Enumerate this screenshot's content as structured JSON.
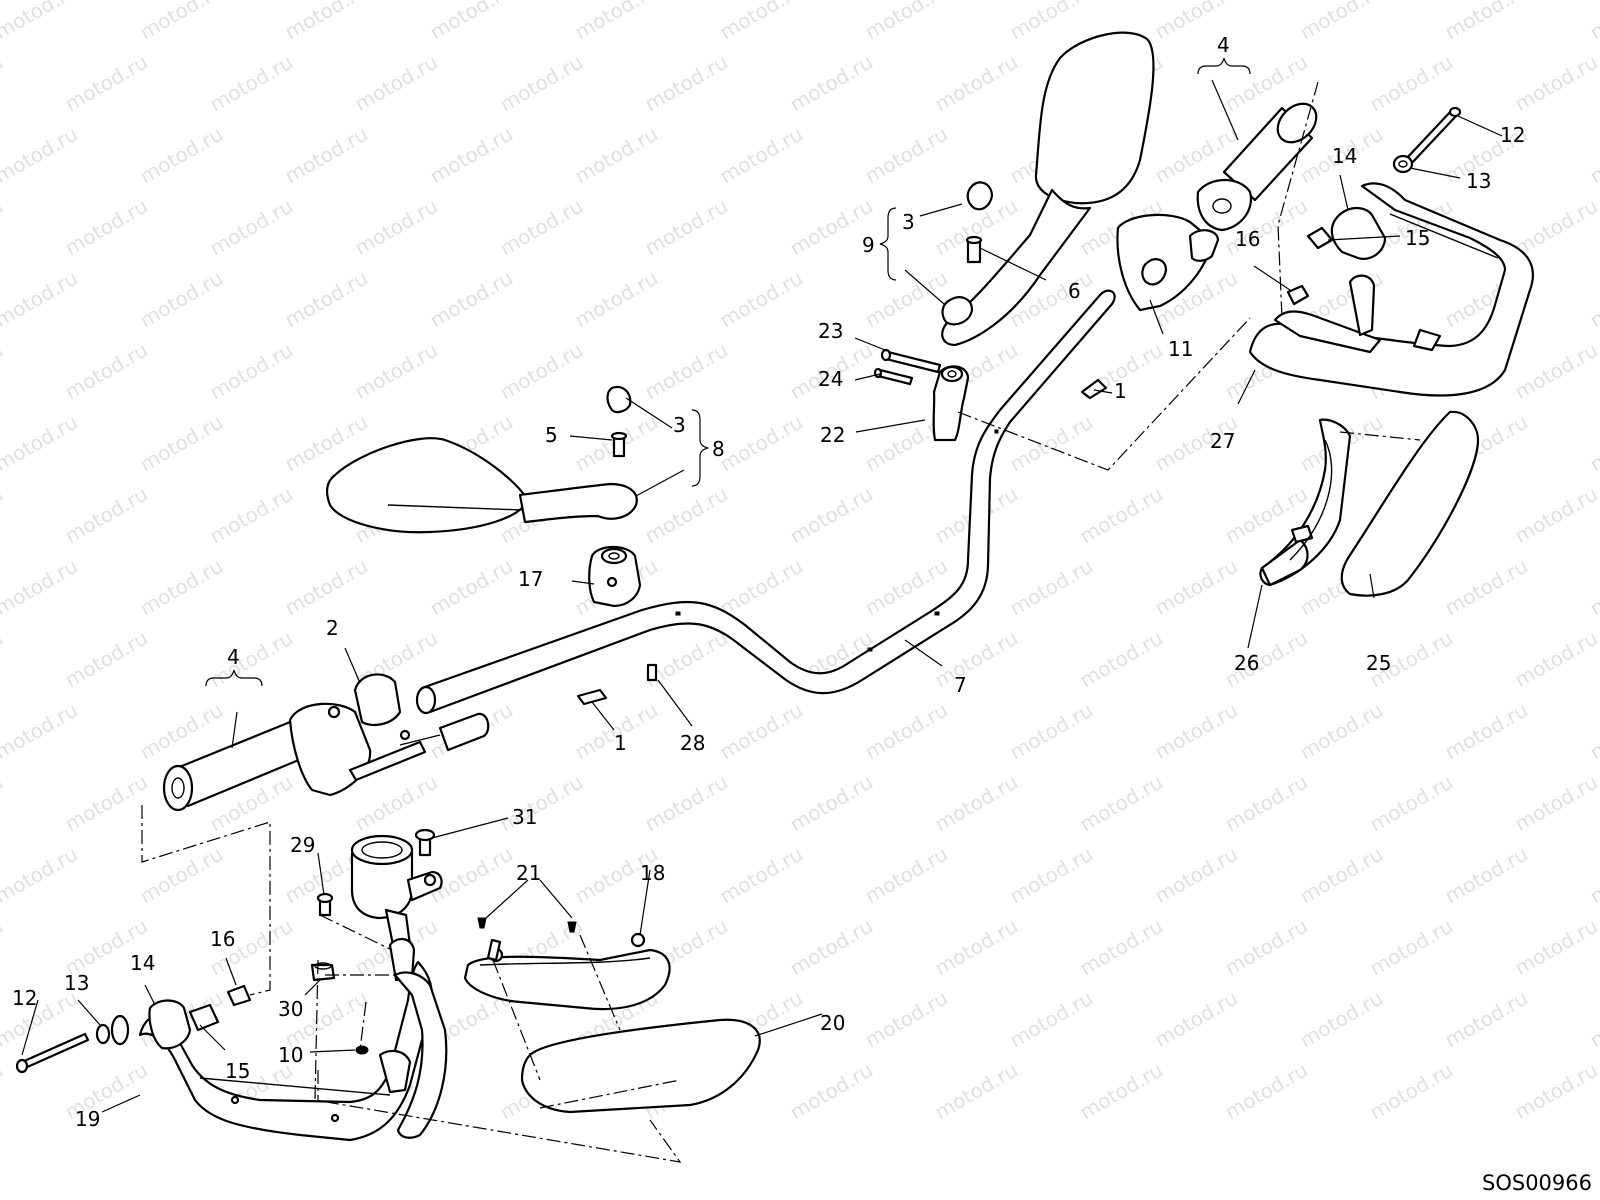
{
  "diagram": {
    "code": "SOS00966",
    "watermark": "motod.ru",
    "callouts": {
      "c1a": "1",
      "c1b": "1",
      "c2": "2",
      "c3a": "3",
      "c3b": "3",
      "c4a": "4",
      "c4b": "4",
      "c5": "5",
      "c6": "6",
      "c7": "7",
      "c8": "8",
      "c9": "9",
      "c10": "10",
      "c11": "11",
      "c12a": "12",
      "c12b": "12",
      "c13a": "13",
      "c13b": "13",
      "c14a": "14",
      "c14b": "14",
      "c15a": "15",
      "c15b": "15",
      "c16a": "16",
      "c16b": "16",
      "c17": "17",
      "c18": "18",
      "c19": "19",
      "c20": "20",
      "c21": "21",
      "c22": "22",
      "c23": "23",
      "c24": "24",
      "c25": "25",
      "c26": "26",
      "c27": "27",
      "c28": "28",
      "c29": "29",
      "c30": "30",
      "c31": "31"
    }
  }
}
